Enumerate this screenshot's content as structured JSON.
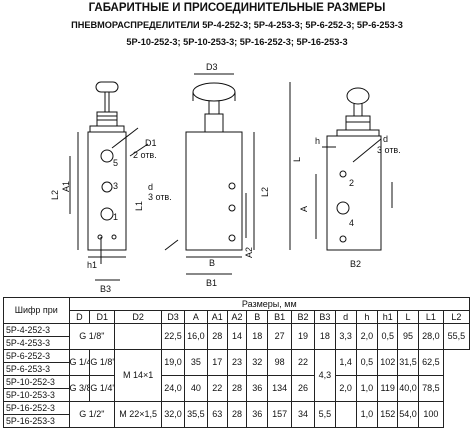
{
  "heading": "ГАБАРИТНЫЕ И ПРИСОЕДИНИТЕЛЬНЫЕ РАЗМЕРЫ",
  "subtitle_1": "ПНЕВМОРАСПРЕДЕЛИТЕЛИ 5Р-4-252-3; 5Р-4-253-3; 5Р-6-252-3; 5Р-6-253-3",
  "subtitle_2": "5Р-10-252-3; 5Р-10-253-3; 5Р-16-252-3; 5Р-16-253-3",
  "drawing_labels": {
    "d1": "D1",
    "d3": "D3",
    "d": "d",
    "h": "h",
    "h1": "h1",
    "a": "A",
    "a1": "A1",
    "a2": "A2",
    "b": "B",
    "b1": "B1",
    "b2": "B2",
    "b3": "B3",
    "l": "L",
    "l1": "L1",
    "l2": "L2",
    "holes_2": "2 отв.",
    "holes_3": "3 отв.",
    "port_1": "1",
    "port_2": "2",
    "port_3": "3",
    "port_4": "4",
    "port_5": "5"
  },
  "table": {
    "cipher_header": "Шифр при",
    "group_header": "Размеры, мм",
    "columns": [
      "D",
      "D1",
      "D2",
      "D3",
      "A",
      "A1",
      "A2",
      "B",
      "B1",
      "B2",
      "B3",
      "d",
      "h",
      "h1",
      "L",
      "L1",
      "L2"
    ],
    "rows": [
      {
        "cipher": "5Р-4-252-3",
        "D": "G 1/8\"",
        "D1": "",
        "D2": "",
        "D3": "22,5",
        "A": "16,0",
        "A1": "28",
        "A2": "14",
        "B": "18",
        "B1": "27",
        "B2": "19",
        "B3": "18",
        "d": "3,3",
        "h": "2,0",
        "h1": "0,5",
        "L": "95",
        "L1": "28,0",
        "L2": "55,5"
      },
      {
        "cipher": "5Р-4-253-3"
      },
      {
        "cipher": "5Р-6-252-3",
        "D": "G 1/4",
        "D1": "G 1/8\"",
        "D2": "M 14×1",
        "A": "19,0",
        "A1": "35",
        "A2": "17",
        "B": "23",
        "B1": "32",
        "B2": "98",
        "B3": "22",
        "d": "4,3",
        "h": "1,4",
        "h1": "0,5",
        "L": "102",
        "L1": "31,5",
        "L2": "62,5"
      },
      {
        "cipher": "5Р-6-253-3"
      },
      {
        "cipher": "5Р-10-252-3",
        "D": "G 3/8",
        "D1": "G 1/4\"",
        "A": "24,0",
        "A1": "40",
        "A2": "22",
        "B": "28",
        "B1": "36",
        "B2": "134",
        "B3": "26",
        "h": "2,0",
        "h1": "1,0",
        "L": "119",
        "L1": "40,0",
        "L2": "78,5"
      },
      {
        "cipher": "5Р-10-253-3"
      },
      {
        "cipher": "5Р-16-252-3",
        "D": "G 1/2\"",
        "D2": "M 22×1,5",
        "D3": "32,0",
        "A": "35,5",
        "A1": "63",
        "A2": "28",
        "B": "36",
        "B1": "157",
        "B2": "34",
        "B3": "5,5",
        "d": "",
        "h": "1,0",
        "L": "152",
        "L1": "54,0",
        "L2": "100"
      },
      {
        "cipher": "5Р-16-253-3"
      }
    ]
  }
}
